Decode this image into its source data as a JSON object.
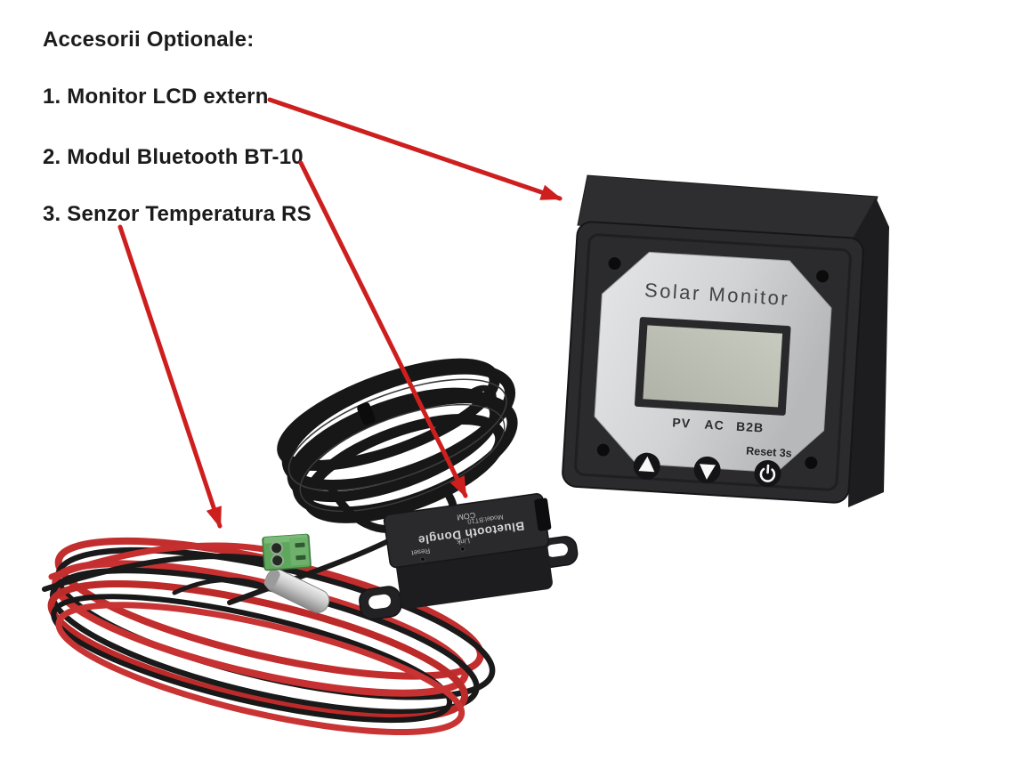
{
  "annotations": {
    "heading": "Accesorii Optionale:",
    "items": [
      "1. Monitor LCD extern",
      "2. Modul Bluetooth BT-10",
      "3. Senzor Temperatura RS"
    ]
  },
  "monitor": {
    "title": "Solar Monitor",
    "channel_labels": [
      "PV",
      "AC",
      "B2B"
    ],
    "reset_label": "Reset 3s"
  },
  "dongle": {
    "name": "Bluetooth Dongle",
    "model": "Model:BT10",
    "com_label": "COM",
    "link_label": "Link",
    "reset_label": "Reset"
  },
  "colors": {
    "background": "#ffffff",
    "annotation_text": "#1b1b1b",
    "arrow_red": "#ce1f1f",
    "device_body": "#2a2a2c",
    "panel_silver": "#d4d5d6",
    "lcd_screen": "#bcbfb2",
    "wire_red": "#c62f2f",
    "wire_black": "#1a1a1a",
    "connector_green": "#5ea75c",
    "sensor_metal": "#c9c9c9"
  }
}
